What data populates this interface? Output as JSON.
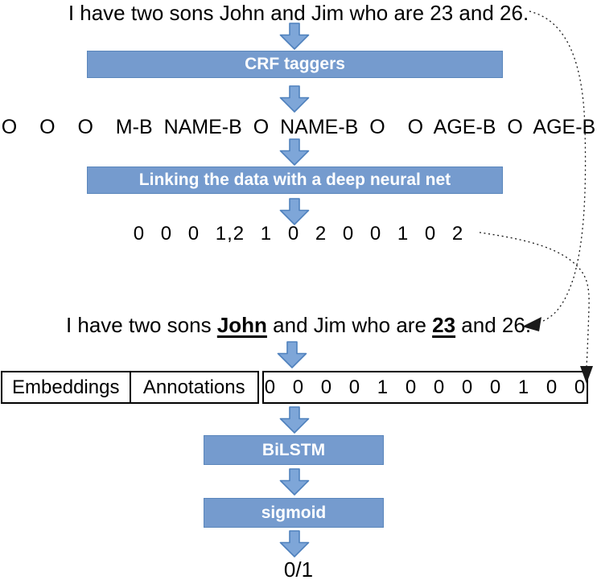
{
  "colors": {
    "arrow-fill": "#7ea6d8",
    "arrow-border": "#4f81bd",
    "box-fill": "#759bce",
    "box-border": "#5a86bb",
    "line": "#1a1a1a",
    "text": "#000000",
    "box-text": "#ffffff"
  },
  "icons": {
    "flow_arrow": "down-arrow",
    "sentence_copy_arrowhead": "left-arrowhead",
    "codes_transfer_arrowhead": "down-arrowhead"
  },
  "pipeline": {
    "input_sentence": "I have two sons John and Jim who are 23 and 26.",
    "crf_label": "CRF taggers",
    "tag_sequence": "O  O  O  M-B NAME-B O NAME-B O  O AGE-B O AGE-B",
    "linking_label": "Linking the data with a deep neural net",
    "code_sequence": "0 0 0 1,2 1 0 2 0 0 1 0 2",
    "annotated_sentence": {
      "part1": "I have two sons ",
      "highlight1": "John",
      "part2": " and Jim who are ",
      "highlight2": "23",
      "part3": " and 26."
    },
    "feature_table": {
      "col1": "Embeddings",
      "col2": "Annotations",
      "vector": "0 0 0 0 1 0 0 0 0 1 0 0"
    },
    "bilstm_label": "BiLSTM",
    "sigmoid_label": "sigmoid",
    "output_label": "0/1"
  }
}
